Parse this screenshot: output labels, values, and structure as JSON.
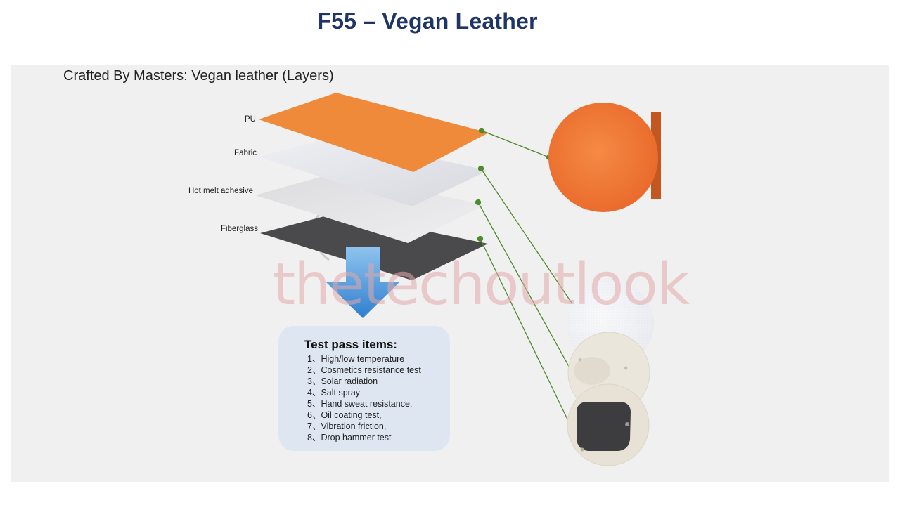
{
  "title": "F55 – Vegan Leather",
  "heading": "Crafted By Masters: Vegan leather (Layers)",
  "layers": [
    {
      "label": "PU",
      "color": "#ee8a3a"
    },
    {
      "label": "Fabric",
      "color": "#e6e6ea"
    },
    {
      "label": "Hot melt adhesive",
      "color": "#d8d8dc"
    },
    {
      "label": "Fiberglass",
      "color": "#4a4a4a"
    }
  ],
  "test_panel": {
    "heading": "Test pass items:",
    "items": [
      "1、High/low temperature",
      "2、Cosmetics resistance test",
      "3、Solar radiation",
      "4、Salt spray",
      "5、Hand sweat resistance,",
      "6、Oil coating test,",
      "7、Vibration friction,",
      "8、Drop hammer test"
    ]
  },
  "watermark": "thetechoutlook",
  "colors": {
    "title": "#1f3566",
    "connector": "#4f8a2b",
    "arrow": "#3d8fd6",
    "pu_sample": "#f07a35"
  }
}
